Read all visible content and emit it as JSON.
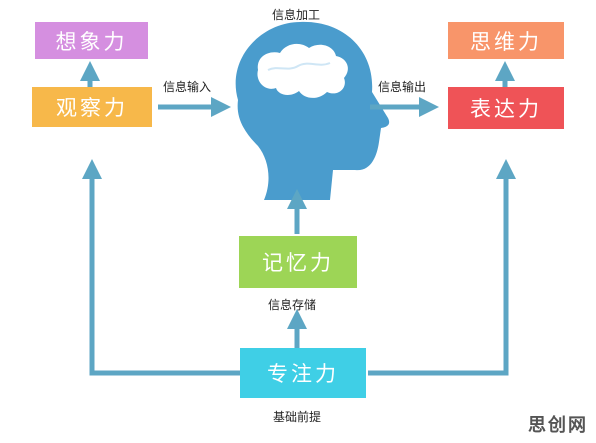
{
  "top_label": "信息加工",
  "boxes": {
    "imagination": {
      "label": "想象力",
      "color": "#d58fe0"
    },
    "observation": {
      "label": "观察力",
      "color": "#f7b84a"
    },
    "thinking": {
      "label": "思维力",
      "color": "#f8956a"
    },
    "expression": {
      "label": "表达力",
      "color": "#ef5357"
    },
    "memory": {
      "label": "记忆力",
      "color": "#9dd556"
    },
    "attention": {
      "label": "专注力",
      "color": "#3fcfe6"
    }
  },
  "flow_labels": {
    "input": "信息输入",
    "output": "信息输出",
    "storage": "信息存储",
    "foundation": "基础前提"
  },
  "colors": {
    "arrow": "#5da6c4",
    "head": "#4a9ccd"
  },
  "watermark": "思创网"
}
